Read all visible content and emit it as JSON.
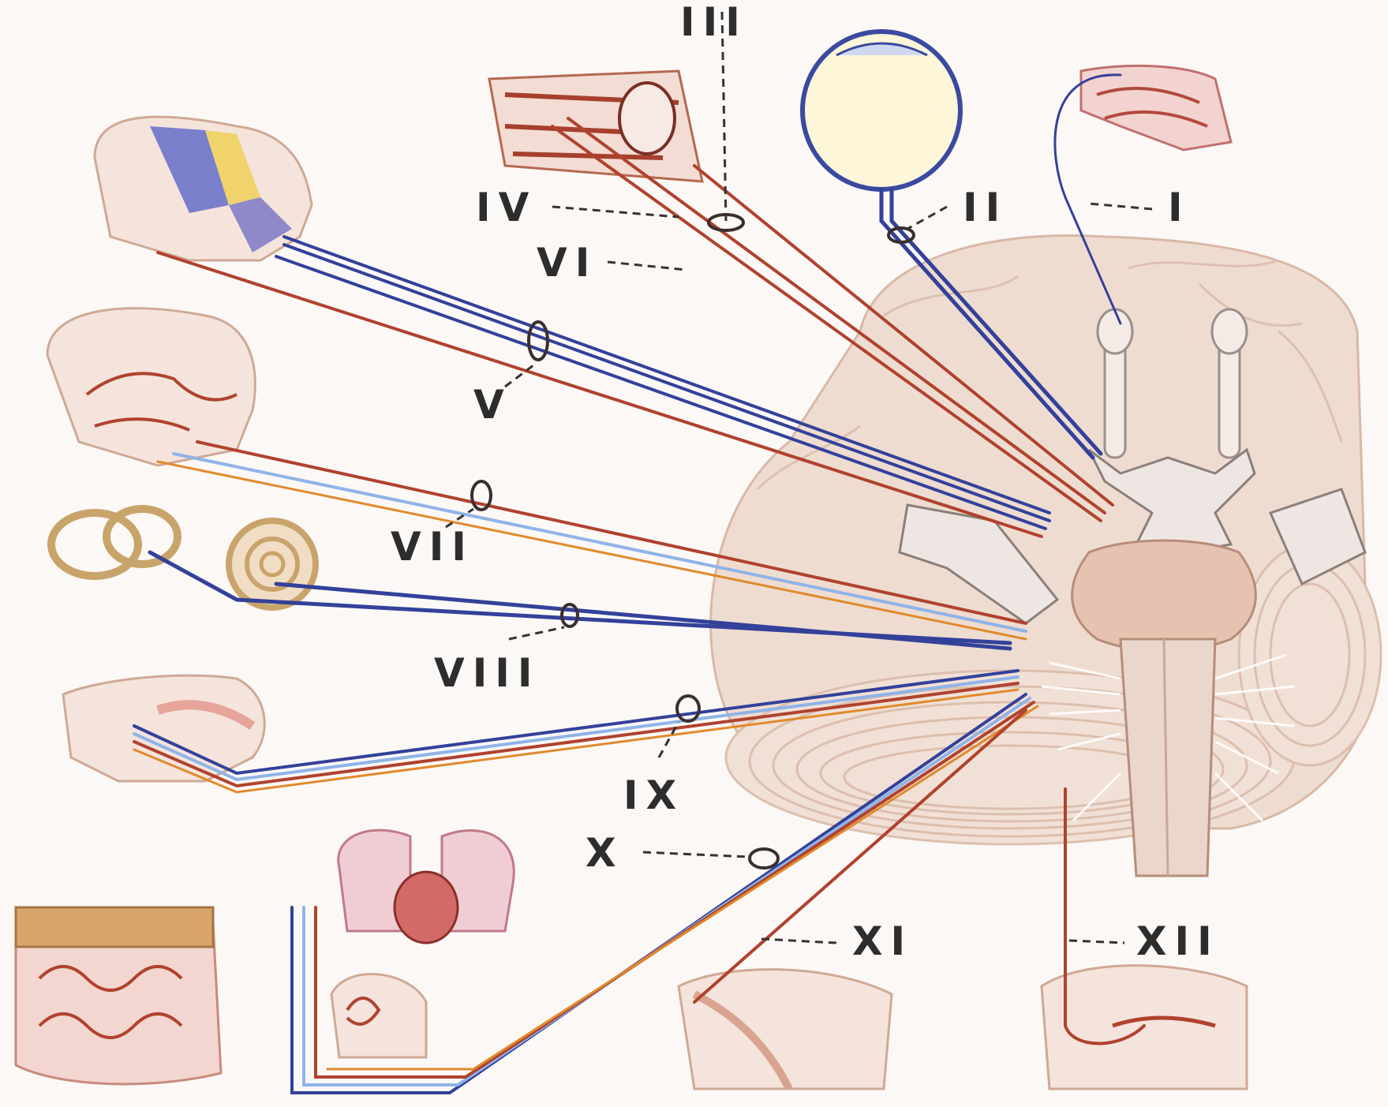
{
  "labels": {
    "I": "I",
    "II": "II",
    "III": "III",
    "IV": "IV",
    "V": "V",
    "VI": "VI",
    "VII": "VII",
    "VIII": "VIII",
    "IX": "IX",
    "X": "X",
    "XI": "XI",
    "XII": "XII"
  },
  "colors": {
    "motor": "#b0422e",
    "sensory": "#33419a",
    "parasympathetic": "#8fb4e8",
    "accent": "#e08a2b",
    "brain_tissue": "#e8cfc1",
    "background": "#fbf8f6"
  }
}
